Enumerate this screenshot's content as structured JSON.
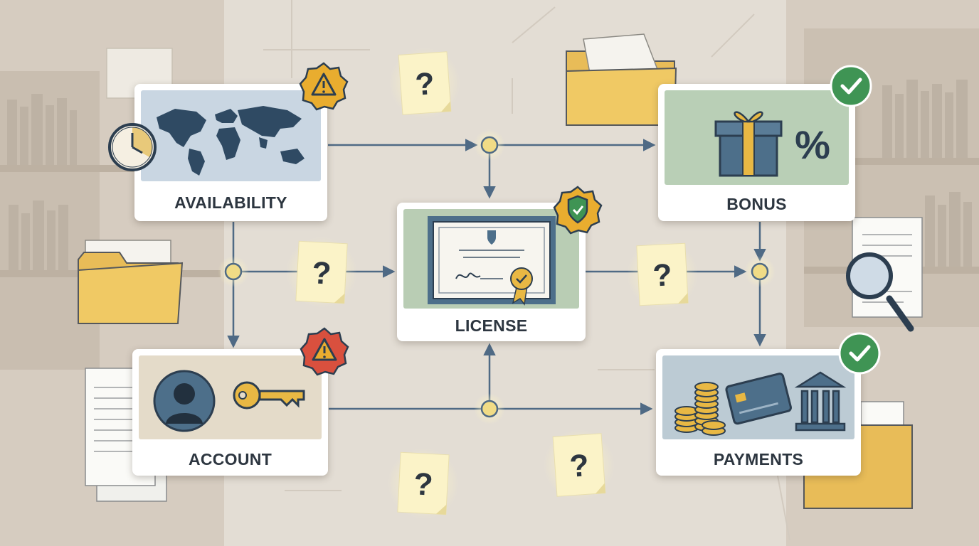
{
  "nodes": [
    {
      "id": "availability",
      "label": "AVAILABILITY",
      "status": "warning"
    },
    {
      "id": "license",
      "label": "LICENSE",
      "status": "verified"
    },
    {
      "id": "bonus",
      "label": "BONUS",
      "status": "approved"
    },
    {
      "id": "account",
      "label": "ACCOUNT",
      "status": "warning"
    },
    {
      "id": "payments",
      "label": "PAYMENTS",
      "status": "approved"
    }
  ],
  "unknown_marker": "?",
  "bonus_symbol": "%",
  "icons": {
    "availability": "world-map-icon",
    "clock": "clock-icon",
    "license": "certificate-icon",
    "bonus": "gift-box-icon",
    "account": "user-silhouette-icon",
    "key": "key-icon",
    "payments": "coins-card-bank-icon",
    "warning": "warning-badge-icon",
    "approved": "check-badge-icon",
    "verified": "shield-badge-icon",
    "search": "magnifier-icon"
  },
  "colors": {
    "background": "#e3ddd4",
    "card": "#ffffff",
    "label_text": "#2d3640",
    "connector": "#4f6a85",
    "junction": "#f1dc86",
    "warning_badge": "#e9ad2f",
    "warning_badge_red": "#d9503e",
    "approved_badge": "#3f9454",
    "sticky_note": "#fbf3c8",
    "folder": "#e8bc58"
  }
}
